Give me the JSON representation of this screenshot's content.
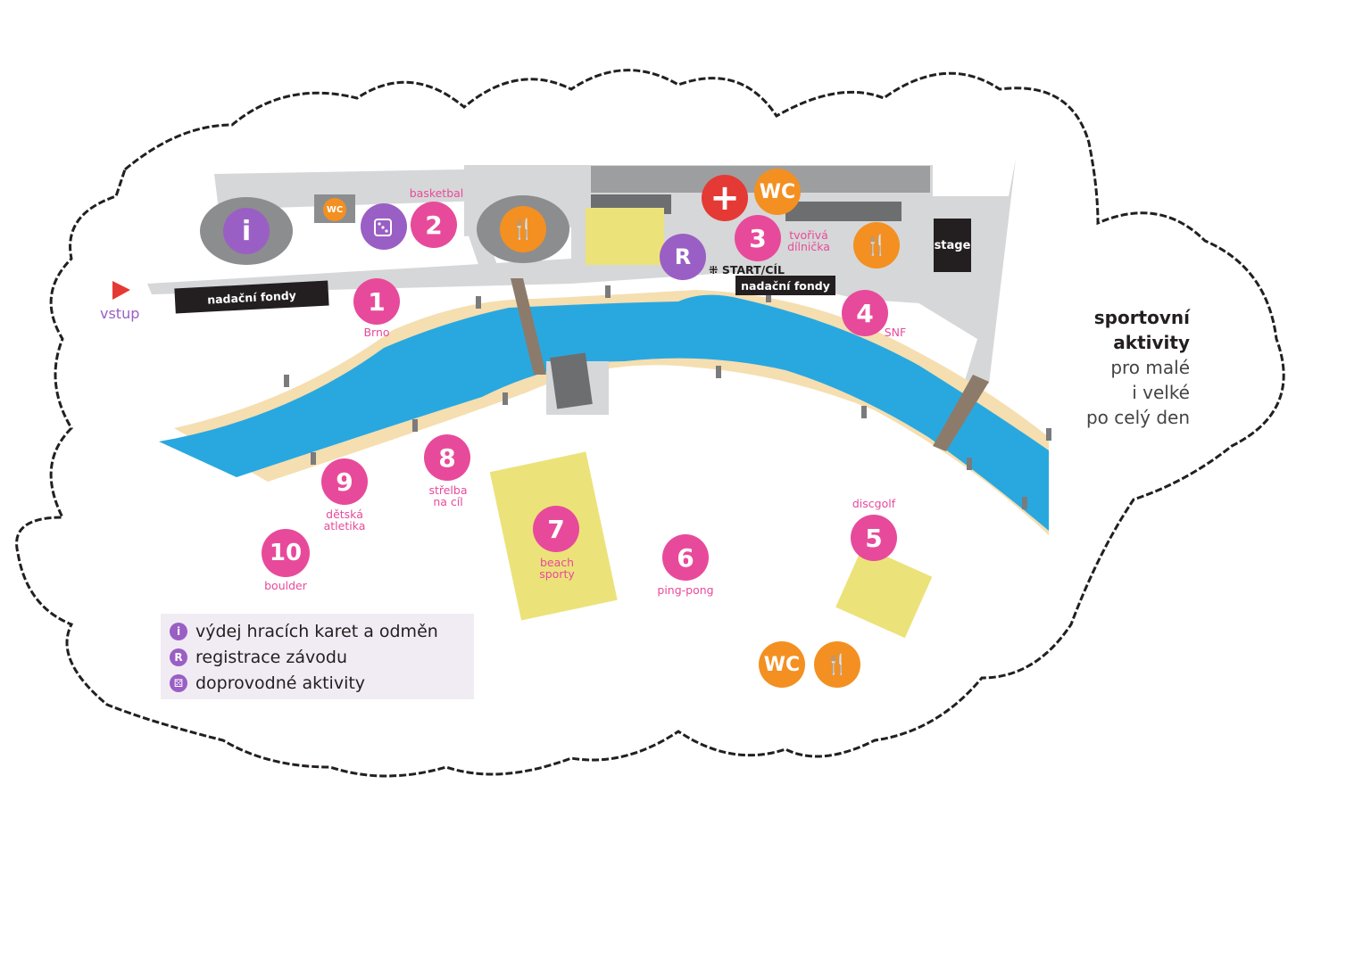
{
  "entrance": {
    "label": "vstup"
  },
  "bars": {
    "left": "nadační fondy",
    "right": "nadační fondy"
  },
  "start_label": "START/CÍL",
  "stage_label": "stage",
  "wc_label": "WC",
  "info_letter": "i",
  "reg_letter": "R",
  "stations": [
    {
      "num": "1",
      "label": "Brno"
    },
    {
      "num": "2",
      "label": "basketbal"
    },
    {
      "num": "3",
      "label": "tvořivá\ndílnička"
    },
    {
      "num": "4",
      "label": "SNF"
    },
    {
      "num": "5",
      "label": "discgolf"
    },
    {
      "num": "6",
      "label": "ping-pong"
    },
    {
      "num": "7",
      "label": "beach\nsporty"
    },
    {
      "num": "8",
      "label": "střelba\nna cíl"
    },
    {
      "num": "9",
      "label": "dětská\natletika"
    },
    {
      "num": "10",
      "label": "boulder"
    }
  ],
  "legend": [
    {
      "icon": "i",
      "text": "výdej hracích karet a odměn"
    },
    {
      "icon": "R",
      "text": "registrace závodu"
    },
    {
      "icon": "dice-icon",
      "text": "doprovodné aktivity"
    }
  ],
  "sidebar": {
    "line1": "sportovní",
    "line2": "aktivity",
    "line3": "pro malé",
    "line4": "i velké",
    "line5": "po celý den"
  },
  "colors": {
    "pink": "#e84a9b",
    "orange": "#f39021",
    "purple": "#9a5fc4",
    "red": "#e53935",
    "river": "#29a8e0",
    "sand": "#f5deb0",
    "yellow": "#ece27a",
    "gray": "#d6d7d8",
    "dark": "#231f20"
  }
}
